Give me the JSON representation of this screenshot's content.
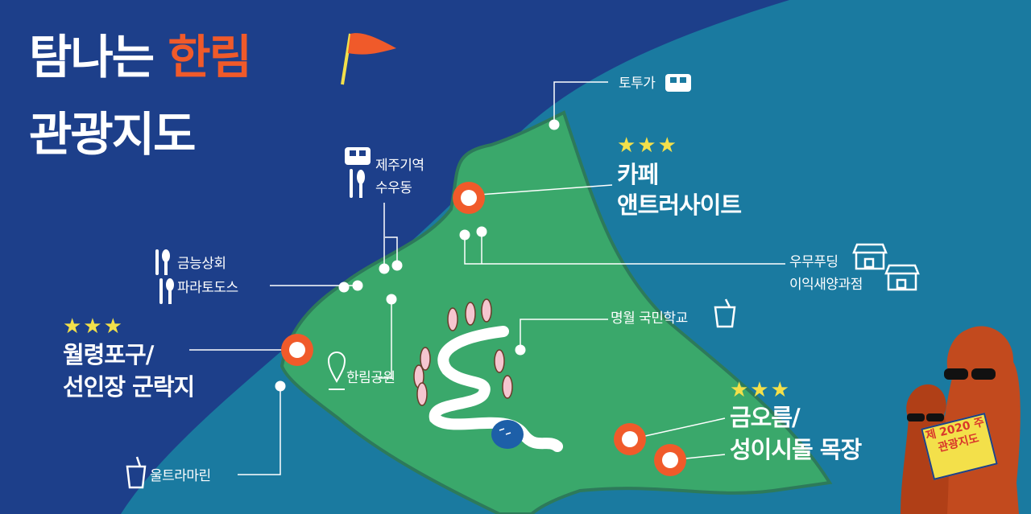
{
  "title": {
    "line1_a": "탐나는 ",
    "line1_accent": "한림",
    "line2": "관광지도"
  },
  "colors": {
    "sea": "#1d3f8a",
    "sea_light": "#1a7aa0",
    "land": "#3aa86b",
    "accent": "#f05a2a",
    "star": "#f3e04a",
    "path": "#ffffff"
  },
  "places": {
    "totoga": "토투가",
    "jeju_giyeok": "제주기역",
    "suudong": "수우동",
    "cafe_line1": "카페",
    "cafe_line2": "앤트러사이트",
    "geumneung": "금능상회",
    "parato": "파라토도스",
    "uumu": "우무푸딩",
    "iik": "이익새양과점",
    "myeongwol": "명월 국민학교",
    "wollyeong_line1": "월령포구/",
    "wollyeong_line2": "선인장 군락지",
    "hallim_park": "한림공원",
    "geum_line1": "금오름/",
    "geum_line2": "성이시돌 목장",
    "ultra": "울트라마린"
  },
  "stars": "★★★",
  "badge": {
    "line1": "제 2020 주",
    "line2": "관광지도"
  },
  "icons": [
    "flag-icon",
    "car-icon",
    "utensils-icon",
    "store-icon",
    "cup-icon",
    "location-pin-icon",
    "tree-icon",
    "pond-icon",
    "statue-icon"
  ]
}
